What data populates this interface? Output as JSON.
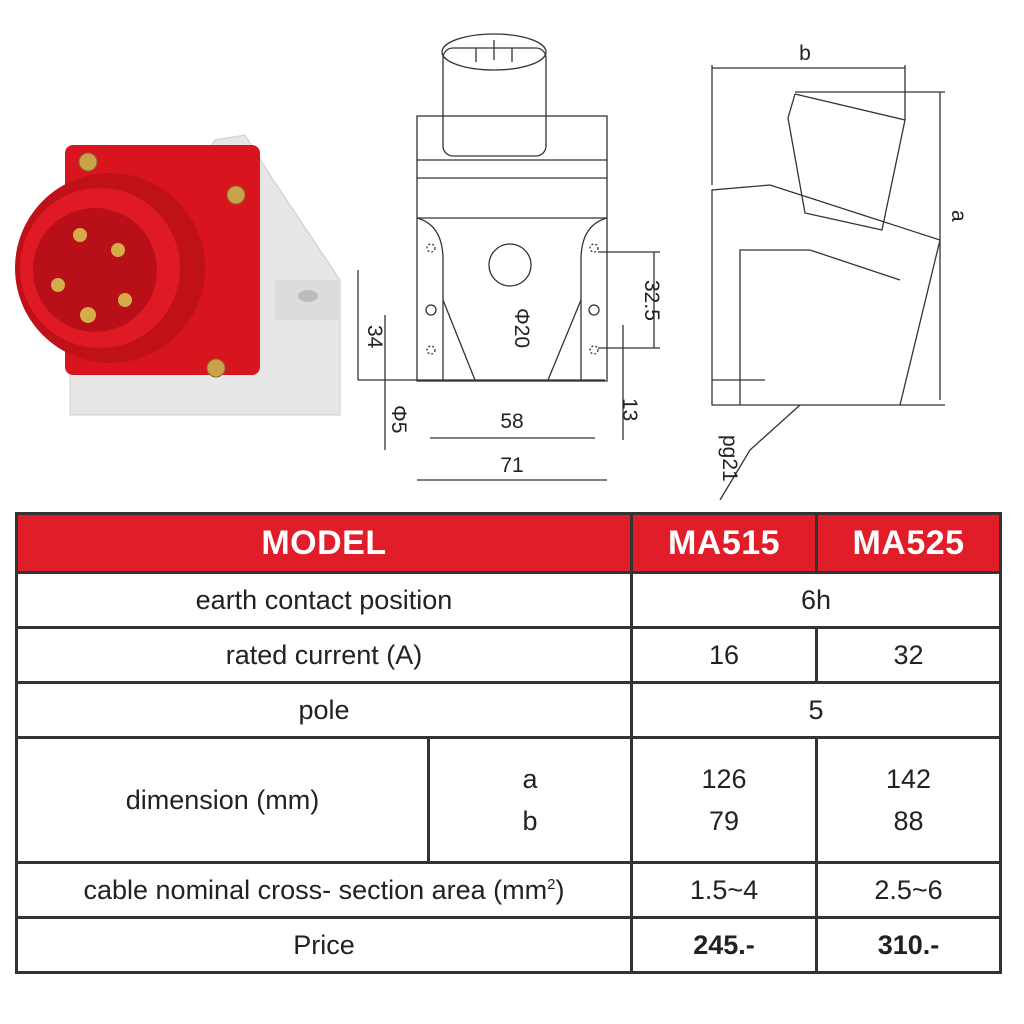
{
  "product_photo": {
    "colors": {
      "body": "#d8141f",
      "base": "#e9e9e9",
      "pins": "#c8a23a"
    }
  },
  "drawing": {
    "front_view": {
      "dim_71": "71",
      "dim_58": "58",
      "dim_34": "34",
      "dim_32_5": "32.5",
      "dim_13": "13",
      "dim_phi5": "Φ5",
      "dim_phi20": "Φ20"
    },
    "side_view": {
      "dim_a": "a",
      "dim_b": "b",
      "gland": "pg21"
    }
  },
  "table": {
    "header": {
      "model": "MODEL",
      "models": [
        "MA515",
        "MA525"
      ]
    },
    "rows": {
      "earth": {
        "label": "earth contact position",
        "value": "6h"
      },
      "current": {
        "label": "rated current (A)",
        "values": [
          "16",
          "32"
        ]
      },
      "pole": {
        "label": "pole",
        "value": "5"
      },
      "dimension": {
        "label": "dimension (mm)",
        "keys": [
          "a",
          "b"
        ],
        "ma515": [
          "126",
          "79"
        ],
        "ma525": [
          "142",
          "88"
        ]
      },
      "cable": {
        "label": "cable nominal cross- section area (mm",
        "sup": "2",
        "label_end": ")",
        "values": [
          "1.5~4",
          "2.5~6"
        ]
      },
      "price": {
        "label": "Price",
        "values": [
          "245.-",
          "310.-"
        ]
      }
    }
  },
  "colors": {
    "header_bg": "#e21d2a",
    "border": "#333333"
  }
}
